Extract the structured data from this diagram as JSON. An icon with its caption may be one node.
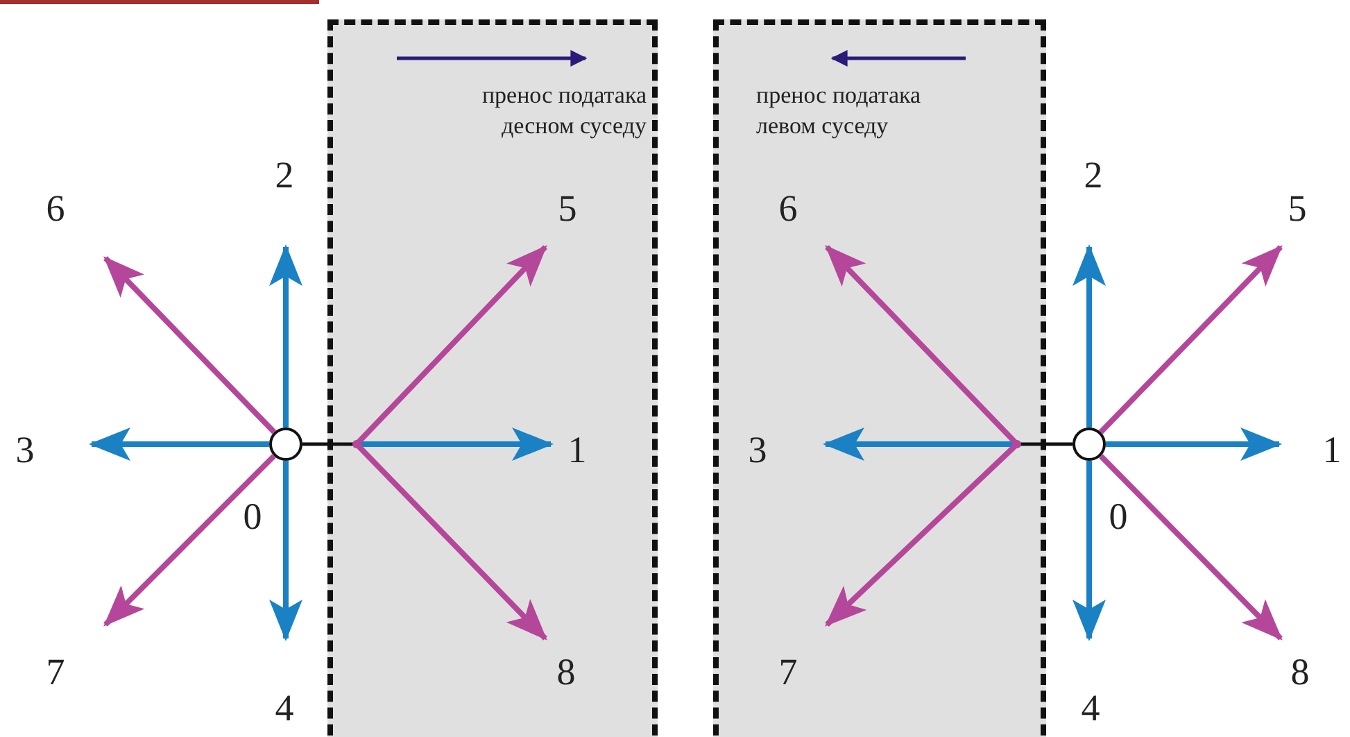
{
  "diagram": {
    "nodes": [
      {
        "text": [],
        "shape": "circle"
      },
      {
        "text": [
          "пренос података десном суседу"
        ]
      },
      {
        "text": [],
        "shape": "dot",
        "in": 1
      },
      {
        "text": [
          "пренос података левом суседу"
        ]
      },
      {
        "text": [],
        "shape": "dot",
        "in": 3
      },
      {
        "text": [],
        "shape": "circle"
      },
      {
        "text": [
          "2"
        ]
      },
      {
        "text": [
          "2"
        ]
      },
      {
        "text": [
          "6"
        ]
      },
      {
        "text": [
          "5"
        ],
        "in": 1
      },
      {
        "text": [
          "6"
        ],
        "in": 3
      },
      {
        "text": [
          "5"
        ]
      },
      {
        "text": [
          "3"
        ]
      },
      {
        "text": [
          "1"
        ],
        "in": 1
      },
      {
        "text": [
          "3"
        ],
        "in": 3
      },
      {
        "text": [
          "1"
        ]
      },
      {
        "text": [
          "7"
        ]
      },
      {
        "text": [
          "8"
        ],
        "in": 1
      },
      {
        "text": [
          "7"
        ],
        "in": 3
      },
      {
        "text": [
          "8"
        ]
      },
      {
        "text": [
          "4"
        ]
      },
      {
        "text": [
          "4"
        ]
      }
    ],
    "edges": [
      {
        "from": 0,
        "to": 2,
        "arrow": "none",
        "color": "#111111"
      },
      {
        "from": 0,
        "to": 6,
        "arrow": "to",
        "color": "#1a82c4"
      },
      {
        "from": 0,
        "to": 20,
        "arrow": "to",
        "color": "#1a82c4"
      },
      {
        "from": 0,
        "to": 12,
        "arrow": "to",
        "color": "#1a82c4"
      },
      {
        "from": 0,
        "to": 8,
        "arrow": "to",
        "color": "#b5479a"
      },
      {
        "from": 0,
        "to": 16,
        "arrow": "to",
        "color": "#b5479a"
      },
      {
        "from": 2,
        "to": 13,
        "arrow": "to",
        "color": "#1a82c4"
      },
      {
        "from": 2,
        "to": 9,
        "arrow": "to",
        "color": "#b5479a"
      },
      {
        "from": 2,
        "to": 17,
        "arrow": "to",
        "color": "#b5479a"
      },
      {
        "from": 5,
        "to": 4,
        "arrow": "none",
        "color": "#111111"
      },
      {
        "from": 5,
        "to": 7,
        "arrow": "to",
        "color": "#1a82c4"
      },
      {
        "from": 5,
        "to": 21,
        "arrow": "to",
        "color": "#1a82c4"
      },
      {
        "from": 5,
        "to": 15,
        "arrow": "to",
        "color": "#1a82c4"
      },
      {
        "from": 5,
        "to": 11,
        "arrow": "to",
        "color": "#b5479a"
      },
      {
        "from": 5,
        "to": 19,
        "arrow": "to",
        "color": "#b5479a"
      },
      {
        "from": 4,
        "to": 14,
        "arrow": "to",
        "color": "#1a82c4"
      },
      {
        "from": 4,
        "to": 10,
        "arrow": "to",
        "color": "#b5479a"
      },
      {
        "from": 4,
        "to": 18,
        "arrow": "to",
        "color": "#b5479a"
      }
    ],
    "labels": [
      "0",
      "0"
    ]
  }
}
